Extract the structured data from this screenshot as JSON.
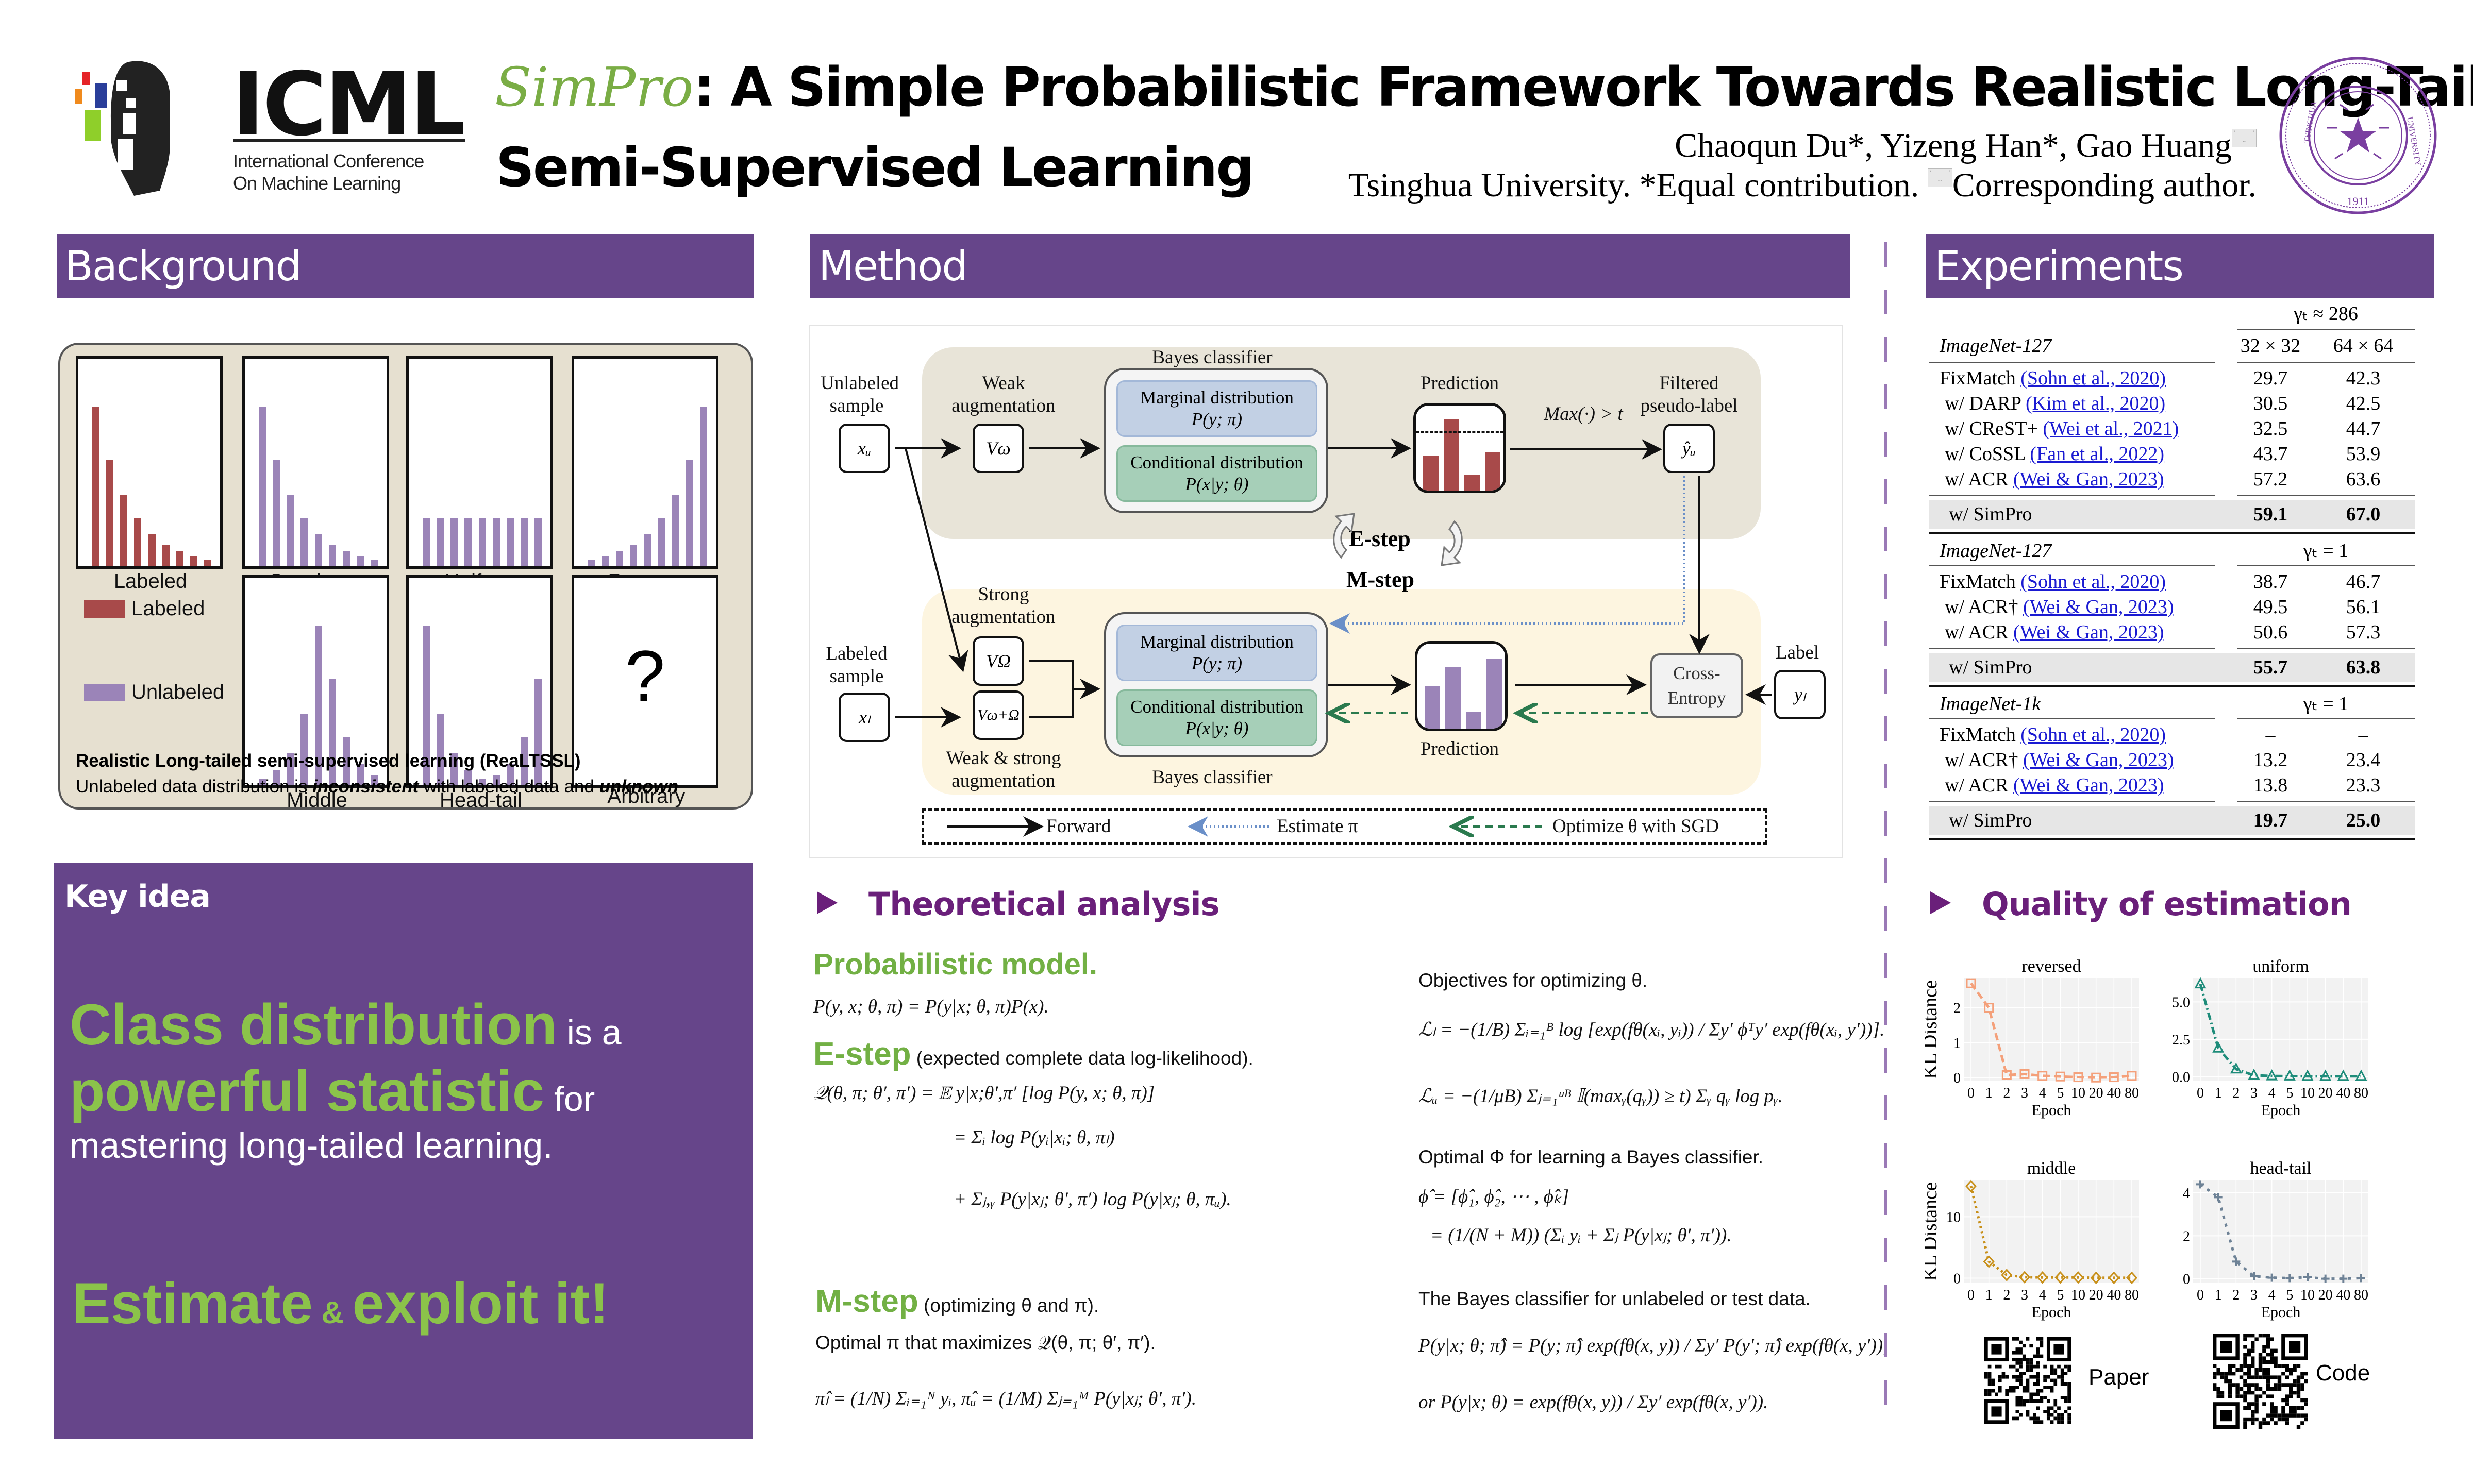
{
  "header": {
    "logo": {
      "name": "ICML",
      "line1": "International Conference",
      "line2": "On Machine Learning"
    },
    "title": {
      "brand": "SimPro",
      "line1_rest": ": A Simple Probabilistic Framework Towards Realistic Long-Tailed",
      "line2": "Semi-Supervised Learning"
    },
    "authors": "Chaoqun Du*, Yizeng Han*, Gao Huang",
    "affiliation_a": "Tsinghua University. *Equal contribution. ",
    "affiliation_b": "Corresponding author.",
    "seal_year": "1911",
    "seal_text": "TSINGHUA UNIVERSITY"
  },
  "colors": {
    "section_purple": "#66458a",
    "green": "#8bc34a",
    "subhead_purple": "#6a1f7a",
    "labeled_red": "#a84a4a",
    "unlabeled_purple": "#9b84b8"
  },
  "background": {
    "title": "Background",
    "charts": [
      {
        "label": "Labeled",
        "kind": "labeled",
        "values": [
          9,
          6,
          4,
          2.7,
          1.8,
          1.2,
          0.85,
          0.55,
          0.35
        ]
      },
      {
        "label": "Consistent",
        "kind": "unlabeled",
        "values": [
          9,
          6,
          4,
          2.7,
          1.8,
          1.2,
          0.85,
          0.55,
          0.35
        ]
      },
      {
        "label": "Uniform",
        "kind": "unlabeled",
        "values": [
          2.7,
          2.7,
          2.7,
          2.7,
          2.7,
          2.7,
          2.7,
          2.7,
          2.7
        ]
      },
      {
        "label": "Reverse",
        "kind": "unlabeled",
        "values": [
          0.35,
          0.55,
          0.85,
          1.2,
          1.8,
          2.7,
          4,
          6,
          9
        ]
      },
      {
        "label": "Middle",
        "kind": "unlabeled",
        "values": [
          0.35,
          0.85,
          1.8,
          4,
          9,
          6,
          2.7,
          1.2,
          0.55
        ]
      },
      {
        "label": "Head-tail",
        "kind": "unlabeled",
        "values": [
          9,
          4,
          1.8,
          0.85,
          0.35,
          0.55,
          1.2,
          2.7,
          6
        ]
      },
      {
        "label": "Arbitrary",
        "kind": "unknown",
        "symbol": "?"
      }
    ],
    "legend": [
      {
        "label": "Labeled",
        "color": "#a84a4a"
      },
      {
        "label": "Unlabeled",
        "color": "#9b84b8"
      }
    ],
    "caption_bold": "Realistic Long-tailed semi-supervised learning (ReaLTSSL)",
    "caption_a": "Unlabeled data distribution is ",
    "caption_em1": "inconsistent",
    "caption_b": " with labeled data and ",
    "caption_em2": "unknown"
  },
  "key_idea": {
    "title": "Key idea",
    "g1": "Class distribution",
    "w1": " is a",
    "g2": "powerful statistic",
    "w2": " for",
    "w3": "mastering long-tailed learning.",
    "g3": "Estimate",
    "amp": " & ",
    "g4": "exploit it!"
  },
  "method": {
    "title": "Method",
    "diagram": {
      "unlabeled_sample": [
        "Unlabeled",
        "sample"
      ],
      "labeled_sample": [
        "Labeled",
        "sample"
      ],
      "x_u": "xᵤ",
      "x_l": "xₗ",
      "weak_aug": [
        "Weak",
        "augmentation"
      ],
      "strong_aug": [
        "Strong",
        "augmentation"
      ],
      "weak_strong_aug": [
        "Weak & strong",
        "augmentation"
      ],
      "v_weak": "Vω",
      "v_strong": "VΩ",
      "v_both": "Vω+Ω",
      "bayes": "Bayes classifier",
      "marginal": "Marginal distribution",
      "marginal_eq": "P(y; π)",
      "conditional": "Conditional distribution",
      "conditional_eq": "P(x|y; θ)",
      "prediction": "Prediction",
      "threshold": "Max(·) > t",
      "filtered": [
        "Filtered",
        "pseudo-label"
      ],
      "y_hat_u": "ŷᵤ",
      "label": "Label",
      "y_l": "yₗ",
      "cross_entropy": [
        "Cross-",
        "Entropy"
      ],
      "e_step": "E-step",
      "m_step": "M-step",
      "legend_forward": "Forward",
      "legend_estimate": "Estimate π",
      "legend_optimize": "Optimize θ with SGD",
      "pred_e_values": [
        0.45,
        0.92,
        0.2,
        0.5
      ],
      "pred_m_values": [
        0.55,
        0.8,
        0.22,
        0.9
      ],
      "pred_e_threshold": 0.75
    }
  },
  "theory": {
    "title": "Theoretical analysis",
    "prob_model_head": "Probabilistic model.",
    "prob_model_eq": "P(y, x; θ, π) = P(y|x; θ, π)P(x).",
    "estep_head": "E-step",
    "estep_desc": " (expected complete data log-likelihood).",
    "estep_eq1": "𝒬(θ, π; θ′, π′) = 𝔼 y|x;θ′,π′ [log P(y, x; θ, π)]",
    "estep_eq2": "= Σᵢ log P(yᵢ|xᵢ; θ, πₗ)",
    "estep_eq3": "+ Σⱼ,ᵧ P(y|xⱼ; θ′, π′) log P(y|xⱼ; θ, πᵤ).",
    "mstep_head": "M-step",
    "mstep_desc": " (optimizing θ and π).",
    "mstep_opt": "Optimal π that maximizes 𝒬(θ, π; θ′, π′).",
    "mstep_eq": "π̂ₗ = (1/N) Σᵢ₌₁ᴺ yᵢ,    π̂ᵤ = (1/M) Σⱼ₌₁ᴹ P(y|xⱼ; θ′, π′).",
    "obj_head": "Objectives for optimizing θ.",
    "obj_eq1": "ℒₗ = −(1/B) Σᵢ₌₁ᴮ log [exp(fθ(xᵢ, yᵢ)) / Σy′ ϕᵀy′ exp(fθ(xᵢ, y′))].",
    "obj_eq2": "ℒᵤ = −(1/μB) Σⱼ₌₁ᵘᴮ 𝕀(maxᵧ(qᵧ)) ≥ t) Σᵧ qᵧ log pᵧ.",
    "phi_head": "Optimal Φ for learning a Bayes classifier.",
    "phi_eq1": "ϕ̂ = [ϕ̂₁, ϕ̂₂, ⋯ , ϕ̂ₖ]",
    "phi_eq2": "= (1/(N + M)) (Σᵢ yᵢ + Σⱼ P(y|xⱼ; θ′, π′)).",
    "bayes_head": "The Bayes classifier for unlabeled or test data.",
    "bayes_eq1": "P(y|x; θ; π̂) = P(y; π̂) exp(fθ(x, y)) / Σy′ P(y′; π̂) exp(fθ(x, y′)),",
    "bayes_eq2": "or   P(y|x; θ) = exp(fθ(x, y)) / Σy′ exp(fθ(x, y′))."
  },
  "experiments": {
    "title": "Experiments",
    "table": {
      "columns": [
        "32 × 32",
        "64 × 64"
      ],
      "sections": [
        {
          "dataset": "ImageNet-127",
          "gamma": "γₜ ≈ 286",
          "rows": [
            {
              "method": "FixMatch ",
              "cite": "(Sohn et al., 2020)",
              "v1": "29.7",
              "v2": "42.3"
            },
            {
              "method": "w/ DARP ",
              "cite": "(Kim et al., 2020)",
              "v1": "30.5",
              "v2": "42.5"
            },
            {
              "method": "w/ CReST+ ",
              "cite": "(Wei et al., 2021)",
              "v1": "32.5",
              "v2": "44.7"
            },
            {
              "method": "w/ CoSSL ",
              "cite": "(Fan et al., 2022)",
              "v1": "43.7",
              "v2": "53.9"
            },
            {
              "method": "w/ ACR ",
              "cite": "(Wei & Gan, 2023)",
              "v1": "57.2",
              "v2": "63.6"
            }
          ],
          "ours": {
            "method": "w/ SimPro",
            "v1": "59.1",
            "v2": "67.0"
          }
        },
        {
          "dataset": "ImageNet-127",
          "gamma": "γₜ = 1",
          "rows": [
            {
              "method": "FixMatch ",
              "cite": "(Sohn et al., 2020)",
              "v1": "38.7",
              "v2": "46.7"
            },
            {
              "method": "w/ ACR† ",
              "cite": "(Wei & Gan, 2023)",
              "v1": "49.5",
              "v2": "56.1"
            },
            {
              "method": "w/ ACR ",
              "cite": "(Wei & Gan, 2023)",
              "v1": "50.6",
              "v2": "57.3"
            }
          ],
          "ours": {
            "method": "w/ SimPro",
            "v1": "55.7",
            "v2": "63.8"
          }
        },
        {
          "dataset": "ImageNet-1k",
          "gamma": "γₜ = 1",
          "rows": [
            {
              "method": "FixMatch ",
              "cite": "(Sohn et al., 2020)",
              "v1": "–",
              "v2": "–"
            },
            {
              "method": "w/ ACR† ",
              "cite": "(Wei & Gan, 2023)",
              "v1": "13.2",
              "v2": "23.4"
            },
            {
              "method": "w/ ACR ",
              "cite": "(Wei & Gan, 2023)",
              "v1": "13.8",
              "v2": "23.3"
            }
          ],
          "ours": {
            "method": "w/ SimPro",
            "v1": "19.7",
            "v2": "25.0"
          }
        }
      ]
    },
    "quality_title": "Quality of estimation",
    "qr": [
      {
        "label": "Paper"
      },
      {
        "label": "Code"
      }
    ]
  },
  "chart_data": [
    {
      "type": "line",
      "title": "reversed",
      "xlabel": "Epoch",
      "ylabel": "KL Distance",
      "x": [
        "0",
        "1",
        "2",
        "3",
        "4",
        "5",
        "10",
        "20",
        "40",
        "80"
      ],
      "values": [
        2.7,
        2.0,
        0.07,
        0.1,
        0.05,
        0.03,
        0.01,
        0.0,
        0.01,
        0.05
      ],
      "yticks": [
        0,
        1,
        2
      ],
      "ylim": [
        -0.1,
        2.85
      ],
      "color": "#f4a07a",
      "marker": "square",
      "grid": true
    },
    {
      "type": "line",
      "title": "uniform",
      "xlabel": "Epoch",
      "ylabel": "",
      "x": [
        "0",
        "1",
        "2",
        "3",
        "4",
        "5",
        "10",
        "20",
        "40",
        "80"
      ],
      "values": [
        6.2,
        1.9,
        0.5,
        0.08,
        0.04,
        0.03,
        0.02,
        0.02,
        0.02,
        0.02
      ],
      "yticks": [
        0.0,
        2.5,
        5.0
      ],
      "ytick_labels": [
        "0.0",
        "2.5",
        "5.0"
      ],
      "ylim": [
        -0.3,
        6.6
      ],
      "color": "#1e8c7a",
      "marker": "triangle",
      "grid": true
    },
    {
      "type": "line",
      "title": "middle",
      "xlabel": "Epoch",
      "ylabel": "KL Distance",
      "x": [
        "0",
        "1",
        "2",
        "3",
        "4",
        "5",
        "10",
        "20",
        "40",
        "80"
      ],
      "values": [
        15.0,
        2.7,
        0.5,
        0.15,
        0.1,
        0.1,
        0.1,
        0.05,
        0.05,
        0.05
      ],
      "yticks": [
        0,
        10
      ],
      "ylim": [
        -0.8,
        16
      ],
      "color": "#c8901a",
      "marker": "diamond",
      "grid": true
    },
    {
      "type": "line",
      "title": "head-tail",
      "xlabel": "Epoch",
      "ylabel": "",
      "x": [
        "0",
        "1",
        "2",
        "3",
        "4",
        "5",
        "10",
        "20",
        "40",
        "80"
      ],
      "values": [
        4.4,
        3.8,
        0.8,
        0.12,
        0.05,
        0.03,
        0.07,
        0.0,
        0.0,
        0.03
      ],
      "yticks": [
        0,
        2,
        4
      ],
      "ylim": [
        -0.2,
        4.6
      ],
      "color": "#6e8296",
      "marker": "plus",
      "grid": true
    }
  ]
}
